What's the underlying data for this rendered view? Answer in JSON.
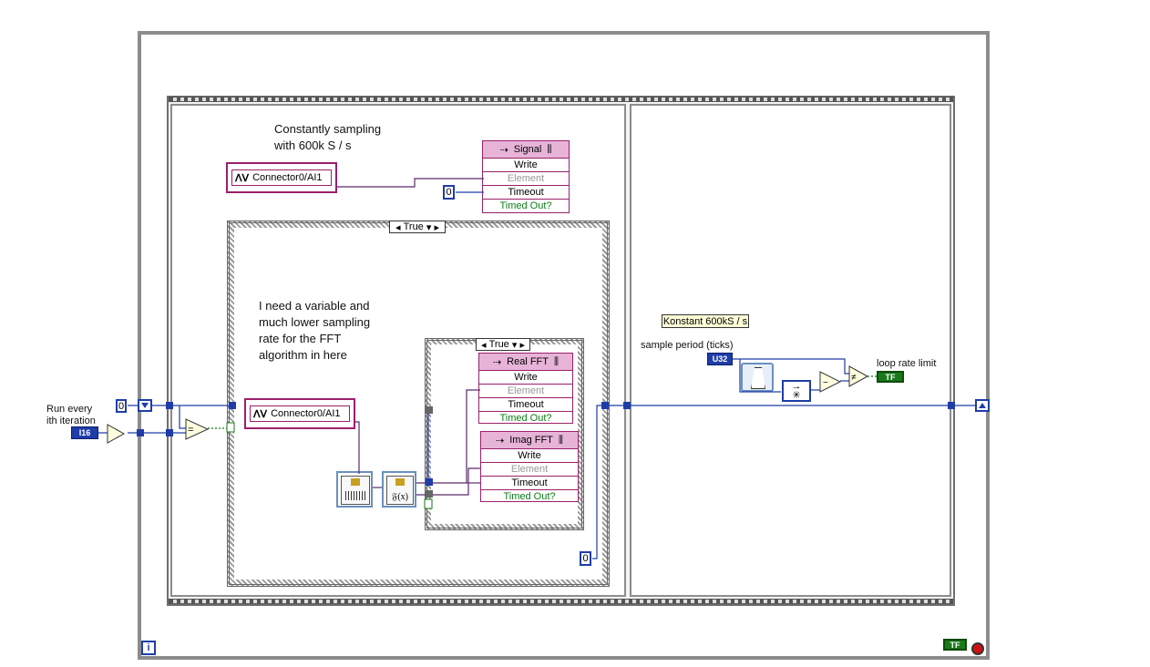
{
  "notes": {
    "top_note": "Constantly sampling\nwith 600k S / s",
    "case_note": "I need a variable and\nmuch lower sampling\nrate for the FFT\nalgorithm in here",
    "run_every": "Run every\nith iteration"
  },
  "io_nodes": {
    "top_io": "Connector0/AI1",
    "case_io": "Connector0/AI1"
  },
  "case_structures": {
    "outer_selector": "True",
    "inner_selector": "True"
  },
  "fifo_nodes": [
    {
      "name": "Signal",
      "rows": [
        "Write",
        "Element",
        "Timeout",
        "Timed Out?"
      ]
    },
    {
      "name": "Real FFT",
      "rows": [
        "Write",
        "Element",
        "Timeout",
        "Timed Out?"
      ]
    },
    {
      "name": "Imag FFT",
      "rows": [
        "Write",
        "Element",
        "Timeout",
        "Timed Out?"
      ]
    }
  ],
  "constants": {
    "timeout_top": "0",
    "shift_init": "0",
    "case_zero": "0",
    "i16_label": "I16",
    "u32_label": "U32"
  },
  "right_frame": {
    "konstant_label": "Konstant 600kS / s",
    "sample_period_label": "sample period (ticks)",
    "loop_rate_label": "loop rate limit"
  },
  "indicators": {
    "tf_right": "TF",
    "tf_stop": "TF",
    "iteration": "i"
  },
  "colors": {
    "fpga_pink": "#9b1f6a",
    "int_blue": "#1f3da8",
    "bool_green": "#1a7a1a",
    "stop_red": "#d01010"
  }
}
